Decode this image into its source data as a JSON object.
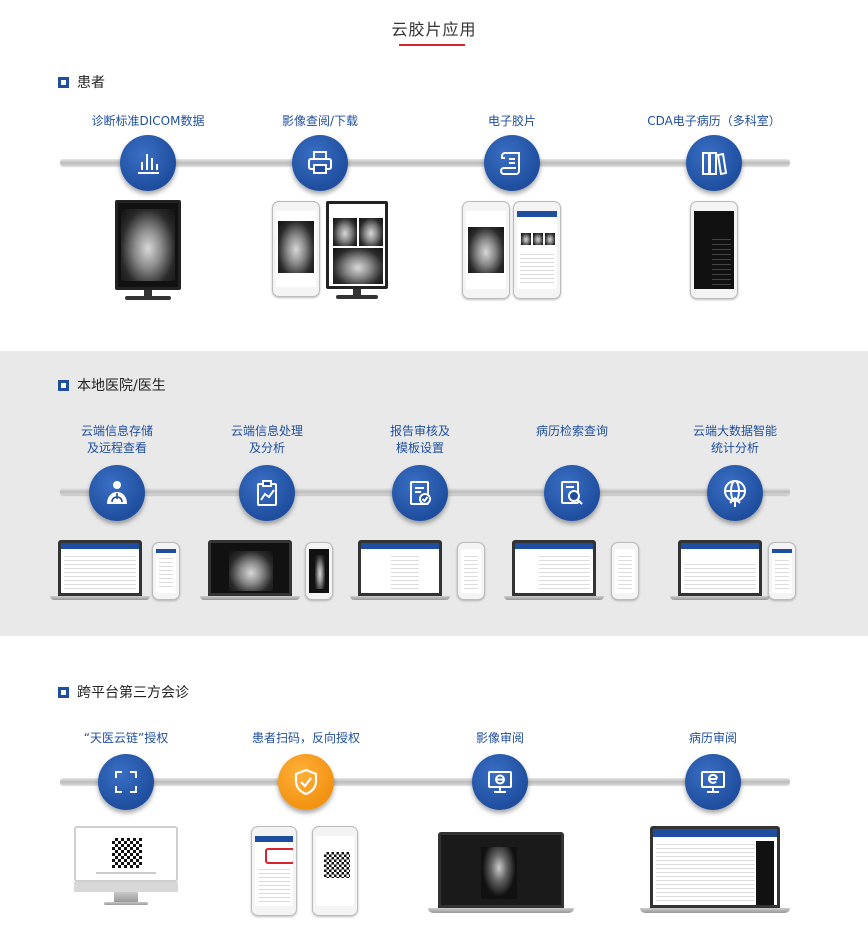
{
  "page": {
    "title": "云胶片应用"
  },
  "sections": {
    "patient": {
      "title": "患者",
      "items": [
        {
          "label": "诊断标准DICOM数据",
          "icon": "bar-chart-icon"
        },
        {
          "label": "影像查阅/下载",
          "icon": "printer-icon"
        },
        {
          "label": "电子胶片",
          "icon": "film-scroll-icon"
        },
        {
          "label": "CDA电子病历（多科室）",
          "icon": "binders-icon"
        }
      ]
    },
    "hospital": {
      "title": "本地医院/医生",
      "items": [
        {
          "label": "云端信息存储\n及远程查看",
          "line1": "云端信息存储",
          "line2": "及远程查看",
          "icon": "lungs-person-icon"
        },
        {
          "label": "云端信息处理\n及分析",
          "line1": "云端信息处理",
          "line2": "及分析",
          "icon": "clipboard-chart-icon"
        },
        {
          "label": "报告审核及\n模板设置",
          "line1": "报告审核及",
          "line2": "模板设置",
          "icon": "document-check-icon"
        },
        {
          "label": "病历检索查询",
          "line1": "病历检索查询",
          "line2": "",
          "icon": "document-search-icon"
        },
        {
          "label": "云端大数据智能\n统计分析",
          "line1": "云端大数据智能",
          "line2": "统计分析",
          "icon": "globe-upload-icon"
        }
      ]
    },
    "consult": {
      "title": "跨平台第三方会诊",
      "items": [
        {
          "label": "“天医云链”授权",
          "icon": "scan-frame-icon",
          "accent": "#1f4e9e"
        },
        {
          "label": "患者扫码，反向授权",
          "icon": "shield-check-icon",
          "accent": "#f29211"
        },
        {
          "label": "影像审阅",
          "icon": "monitor-e-icon",
          "accent": "#1f4e9e"
        },
        {
          "label": "病历审阅",
          "icon": "monitor-ie-icon",
          "accent": "#1f4e9e"
        }
      ]
    }
  },
  "colors": {
    "brand_blue": "#1f4e9e",
    "accent_red": "#d9242b",
    "accent_orange": "#f29211",
    "band_gray": "#e9e9e9"
  }
}
